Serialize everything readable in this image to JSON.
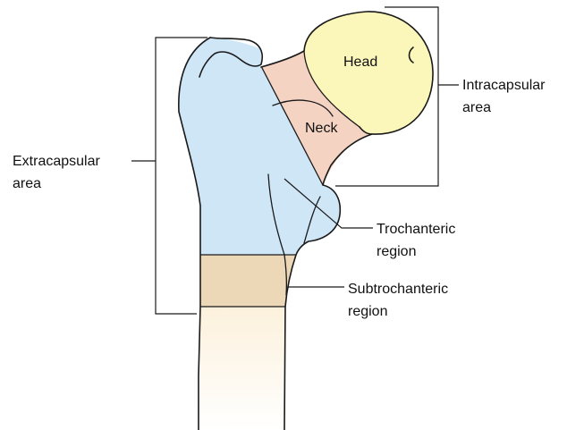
{
  "labels": {
    "head": "Head",
    "neck": "Neck",
    "intracapsular_line1": "Intracapsular",
    "intracapsular_line2": "area",
    "extracapsular_line1": "Extracapsular",
    "extracapsular_line2": "area",
    "trochanteric_line1": "Trochanteric",
    "trochanteric_line2": "region",
    "subtrochanteric_line1": "Subtrochanteric",
    "subtrochanteric_line2": "region"
  },
  "colors": {
    "head": "#fbf6b9",
    "neck": "#f4d3c3",
    "trochanteric": "#cfe6f7",
    "subtrochanteric": "#ecd7b6",
    "shaft": "#fcf3df",
    "outline": "#1a1a1a"
  }
}
